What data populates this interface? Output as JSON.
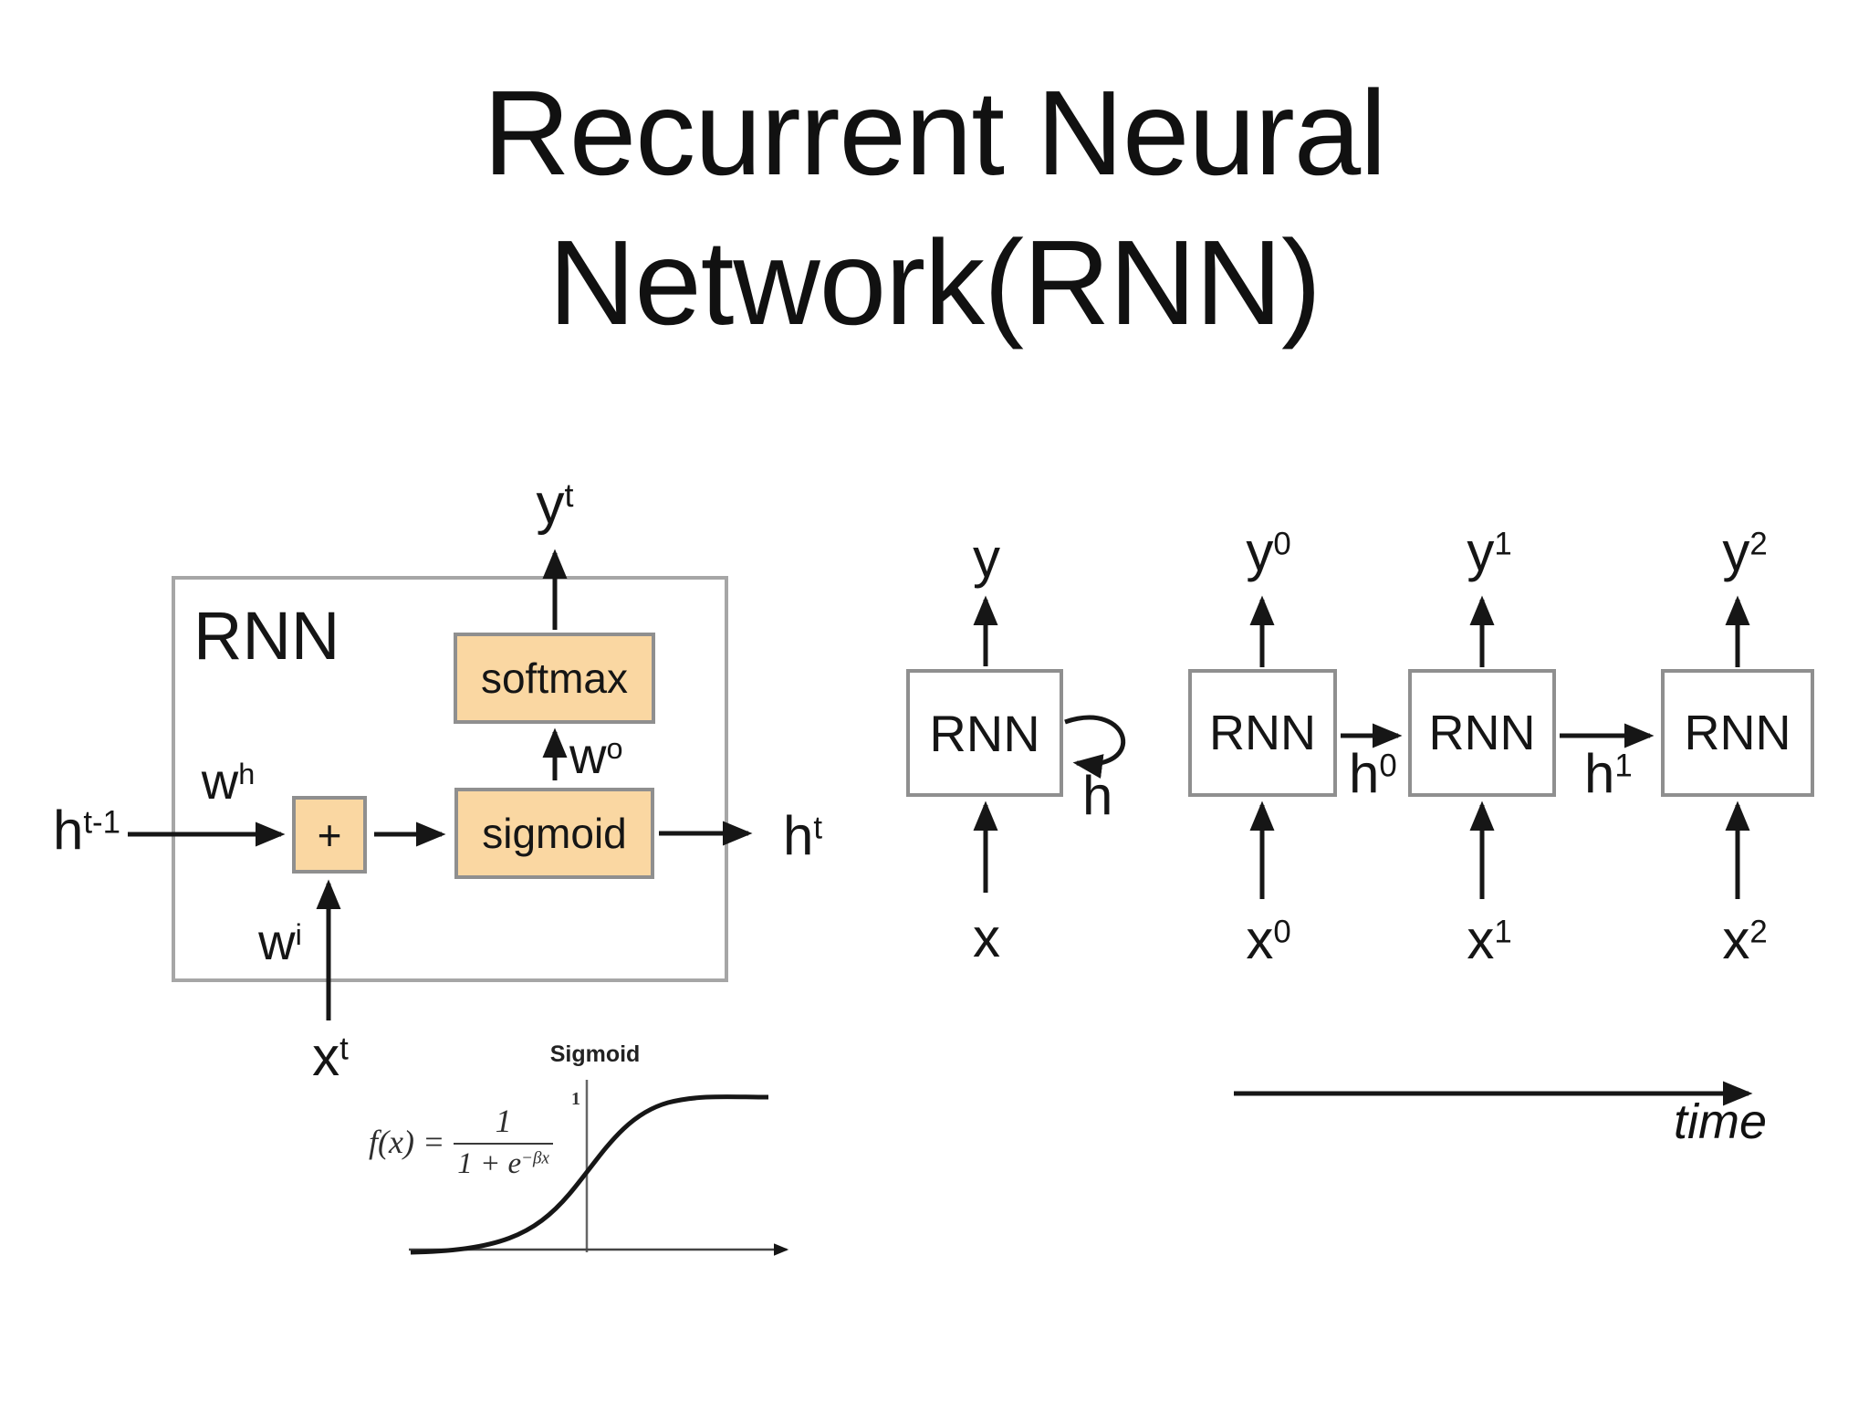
{
  "slide": {
    "title_line1": "Recurrent Neural",
    "title_line2": "Network(RNN)"
  },
  "cell_diagram": {
    "container_label": "RNN",
    "output_label": {
      "base": "y",
      "sup": "t"
    },
    "softmax_label": "softmax",
    "sigmoid_label": "sigmoid",
    "plus_label": "+",
    "weight_output": {
      "base": "w",
      "sup": "o"
    },
    "weight_hidden": {
      "base": "w",
      "sup": "h"
    },
    "weight_input": {
      "base": "w",
      "sup": "i"
    },
    "prev_hidden": {
      "base": "h",
      "sup": "t-1"
    },
    "next_hidden": {
      "base": "h",
      "sup": "t"
    },
    "input_label": {
      "base": "x",
      "sup": "t"
    }
  },
  "sigmoid_plot": {
    "title": "Sigmoid",
    "y_tick": "1",
    "formula": {
      "lhs": "f(x) =",
      "numerator": "1",
      "denom_base": "1 + e",
      "denom_sup": "−βx"
    }
  },
  "loop_diagram": {
    "box_label": "RNN",
    "output_label": "y",
    "input_label": "x",
    "hidden_label": "h"
  },
  "unrolled_diagram": {
    "cells": [
      {
        "box_label": "RNN",
        "output": {
          "base": "y",
          "sup": "0"
        },
        "input": {
          "base": "x",
          "sup": "0"
        }
      },
      {
        "box_label": "RNN",
        "output": {
          "base": "y",
          "sup": "1"
        },
        "input": {
          "base": "x",
          "sup": "1"
        }
      },
      {
        "box_label": "RNN",
        "output": {
          "base": "y",
          "sup": "2"
        },
        "input": {
          "base": "x",
          "sup": "2"
        }
      }
    ],
    "hidden_labels": [
      {
        "base": "h",
        "sup": "0"
      },
      {
        "base": "h",
        "sup": "1"
      }
    ],
    "time_label": "time"
  },
  "colors": {
    "accent_fill": "#fad7a2",
    "box_border": "#8f8f8f",
    "outer_border": "#a6a6a6",
    "text": "#111111"
  }
}
